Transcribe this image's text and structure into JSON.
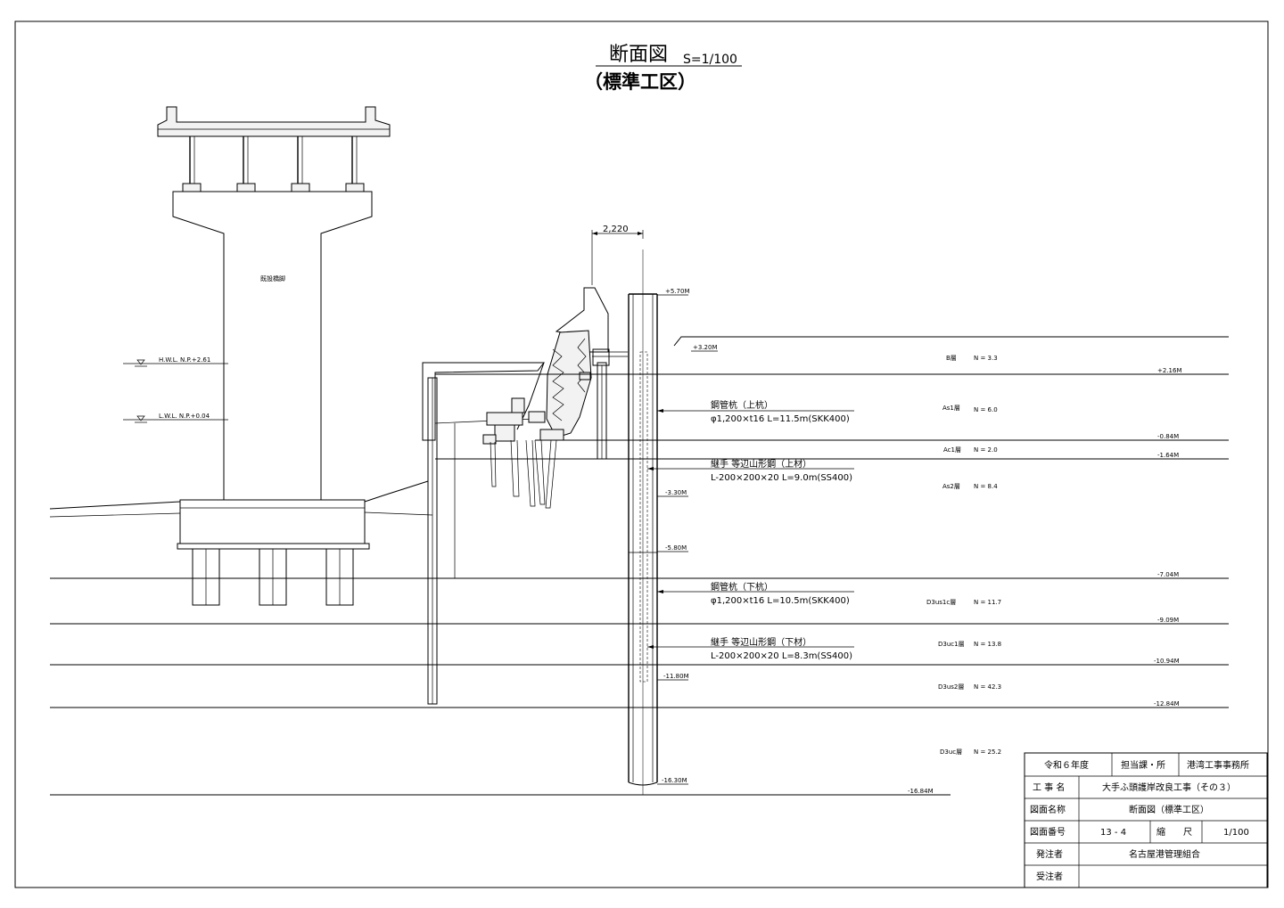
{
  "drawing": {
    "title": "断面図",
    "scale": "S=1/100",
    "subtitle": "（標準工区）"
  },
  "structure": {
    "pier_label": "既設橋脚",
    "hwl_label": "H.W.L. N.P.+2.61",
    "lwl_label": "L.W.L. N.P.+0.04",
    "dimension": "2,220"
  },
  "elevations": {
    "pile_top": "+5.70M",
    "crest": "+3.20M",
    "e_neg_3_30": "-3.30M",
    "e_neg_5_80": "-5.80M",
    "e_neg_11_80": "-11.80M",
    "pile_toe": "-16.30M",
    "bottom": "-16.84M"
  },
  "callouts": {
    "upper_pile_title": "鋼管杭（上杭）",
    "upper_pile_spec": "φ1,200×t16  L=11.5m(SKK400)",
    "upper_joint_title": "継手  等辺山形鋼（上材）",
    "upper_joint_spec": "L-200×200×20  L=9.0m(SS400)",
    "lower_pile_title": "鋼管杭（下杭）",
    "lower_pile_spec": "φ1,200×t16  L=10.5m(SKK400)",
    "lower_joint_title": "継手  等辺山形鋼（下材）",
    "lower_joint_spec": "L-200×200×20  L=8.3m(SS400)"
  },
  "layers": [
    {
      "name": "B層",
      "n": "N = 3.3",
      "elev": "+2.16M"
    },
    {
      "name": "As1層",
      "n": "N = 6.0",
      "elev": "-0.84M"
    },
    {
      "name": "Ac1層",
      "n": "N = 2.0",
      "elev": "-1.64M"
    },
    {
      "name": "As2層",
      "n": "N = 8.4",
      "elev": "-7.04M"
    },
    {
      "name": "D3us1c層",
      "n": "N = 11.7",
      "elev": "-9.09M"
    },
    {
      "name": "D3uc1層",
      "n": "N = 13.8",
      "elev": "-10.94M"
    },
    {
      "name": "D3us2層",
      "n": "N = 42.3",
      "elev": "-12.84M"
    },
    {
      "name": "D3uc層",
      "n": "N = 25.2",
      "elev": ""
    }
  ],
  "title_block": {
    "year": "令和６年度",
    "dept": "担当課・所",
    "office": "港湾工事事務所",
    "work_name_label": "工 事 名",
    "work_name": "大手ふ頭護岸改良工事（その３）",
    "drawing_name_label": "図面名称",
    "drawing_name": "断面図（標準工区）",
    "drawing_no_label": "図面番号",
    "drawing_no": "13 - 4",
    "scale_label": "縮　　尺",
    "scale_value": "1/100",
    "client_label": "発注者",
    "client": "名古屋港管理組合",
    "contractor_label": "受注者",
    "contractor": ""
  }
}
